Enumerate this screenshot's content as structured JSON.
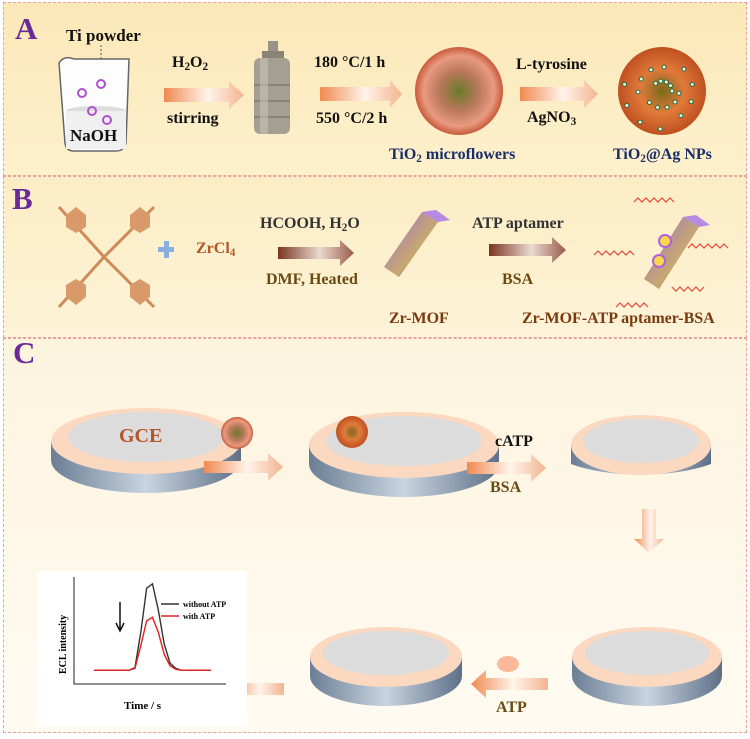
{
  "panels": {
    "A": {
      "label": "A",
      "start_reagent": "Ti powder",
      "solution": "NaOH",
      "step1": {
        "above": "H2O2",
        "below": "stirring"
      },
      "step2": {
        "above": "180 °C/1 h",
        "below": "550 °C/2 h"
      },
      "product1": "TiO2 microflowers",
      "step3": {
        "above": "L-tyrosine",
        "below": "AgNO3"
      },
      "product2": "TiO2@Ag NPs"
    },
    "B": {
      "label": "B",
      "reagent": "ZrCl4",
      "step1": {
        "above": "HCOOH, H2O",
        "below": "DMF, Heated"
      },
      "product1": "Zr-MOF",
      "step2": {
        "above": "ATP aptamer",
        "below": "BSA"
      },
      "product2": "Zr-MOF-ATP aptamer-BSA"
    },
    "C": {
      "label": "C",
      "electrode": "GCE",
      "step_cATP": {
        "above": "cATP",
        "below": "BSA"
      },
      "step_ATP": {
        "below": "ATP"
      }
    }
  },
  "chart_data": {
    "type": "line",
    "title": "",
    "xlabel": "Time / s",
    "ylabel": "ECL intensity",
    "grid": false,
    "legend_position": "top-right",
    "annotation": "downward arrow indicating decrease",
    "x": [
      0,
      1,
      2,
      3,
      4,
      5,
      6,
      7,
      8,
      9,
      10,
      11,
      12,
      13,
      14,
      15,
      16,
      17,
      18,
      19,
      20
    ],
    "series": [
      {
        "name": "without ATP",
        "color": "#333333",
        "values": [
          0.02,
          0.02,
          0.02,
          0.02,
          0.02,
          0.02,
          0.02,
          0.05,
          0.45,
          0.95,
          1.0,
          0.7,
          0.32,
          0.1,
          0.04,
          0.02,
          0.02,
          0.02,
          0.02,
          0.02,
          0.02
        ]
      },
      {
        "name": "with ATP",
        "color": "#e02020",
        "values": [
          0.02,
          0.02,
          0.02,
          0.02,
          0.02,
          0.02,
          0.02,
          0.04,
          0.3,
          0.58,
          0.62,
          0.45,
          0.2,
          0.07,
          0.03,
          0.02,
          0.02,
          0.02,
          0.02,
          0.02,
          0.02
        ]
      }
    ],
    "ylim": [
      0,
      1.1
    ]
  }
}
